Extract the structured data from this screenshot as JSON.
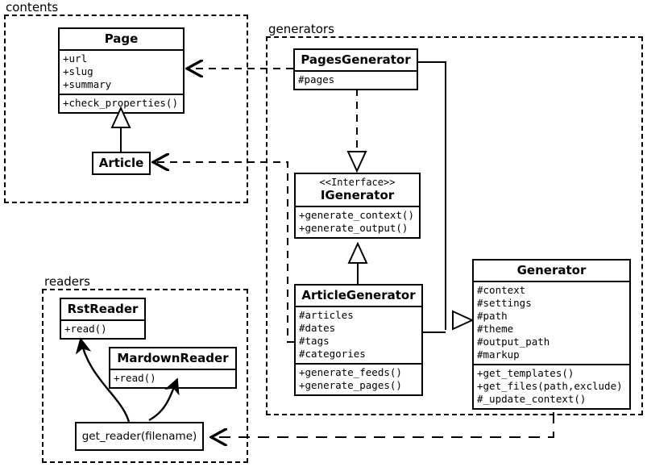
{
  "diagram": {
    "kind": "uml-class-diagram",
    "packages": [
      {
        "id": "contents",
        "label": "contents"
      },
      {
        "id": "generators",
        "label": "generators"
      },
      {
        "id": "readers",
        "label": "readers"
      }
    ],
    "classes": [
      {
        "id": "page",
        "name": "Page",
        "stereotype": "",
        "attributes": [
          "+url",
          "+slug",
          "+summary"
        ],
        "operations": [
          "+check_properties()"
        ]
      },
      {
        "id": "article",
        "name": "Article",
        "stereotype": "",
        "attributes": [],
        "operations": []
      },
      {
        "id": "pages-generator",
        "name": "PagesGenerator",
        "stereotype": "",
        "attributes": [
          "#pages"
        ],
        "operations": []
      },
      {
        "id": "igenerator",
        "name": "IGenerator",
        "stereotype": "<<Interface>>",
        "attributes": [],
        "operations": [
          "+generate_context()",
          "+generate_output()"
        ]
      },
      {
        "id": "article-generator",
        "name": "ArticleGenerator",
        "stereotype": "",
        "attributes": [
          "#articles",
          "#dates",
          "#tags",
          "#categories"
        ],
        "operations": [
          "+generate_feeds()",
          "+generate_pages()"
        ]
      },
      {
        "id": "generator",
        "name": "Generator",
        "stereotype": "",
        "attributes": [
          "#context",
          "#settings",
          "#path",
          "#theme",
          "#output_path",
          "#markup"
        ],
        "operations": [
          "+get_templates()",
          "+get_files(path,exclude)",
          "#_update_context()"
        ]
      },
      {
        "id": "rst-reader",
        "name": "RstReader",
        "stereotype": "",
        "attributes": [],
        "operations": [
          "+read()"
        ]
      },
      {
        "id": "mardown-reader",
        "name": "MardownReader",
        "stereotype": "",
        "attributes": [],
        "operations": [
          "+read()"
        ]
      }
    ],
    "functions": [
      {
        "id": "get-reader",
        "label": "get_reader(filename)"
      }
    ],
    "relations": [
      {
        "from": "article",
        "to": "page",
        "type": "generalization",
        "style": "solid"
      },
      {
        "from": "pages-generator",
        "to": "page",
        "type": "dependency",
        "style": "dashed"
      },
      {
        "from": "article-generator",
        "to": "article",
        "type": "dependency",
        "style": "dashed"
      },
      {
        "from": "pages-generator",
        "to": "igenerator",
        "type": "realization",
        "style": "dashed"
      },
      {
        "from": "article-generator",
        "to": "igenerator",
        "type": "generalization",
        "style": "solid"
      },
      {
        "from": "pages-generator",
        "to": "generator",
        "type": "generalization",
        "style": "solid"
      },
      {
        "from": "article-generator",
        "to": "generator",
        "type": "generalization",
        "style": "solid"
      },
      {
        "from": "generator",
        "to": "get-reader",
        "type": "dependency",
        "style": "dashed"
      },
      {
        "from": "get-reader",
        "to": "rst-reader",
        "type": "association",
        "style": "curved"
      },
      {
        "from": "get-reader",
        "to": "mardown-reader",
        "type": "association",
        "style": "curved"
      }
    ],
    "colors": {
      "stroke": "#000000",
      "background": "#ffffff"
    }
  }
}
